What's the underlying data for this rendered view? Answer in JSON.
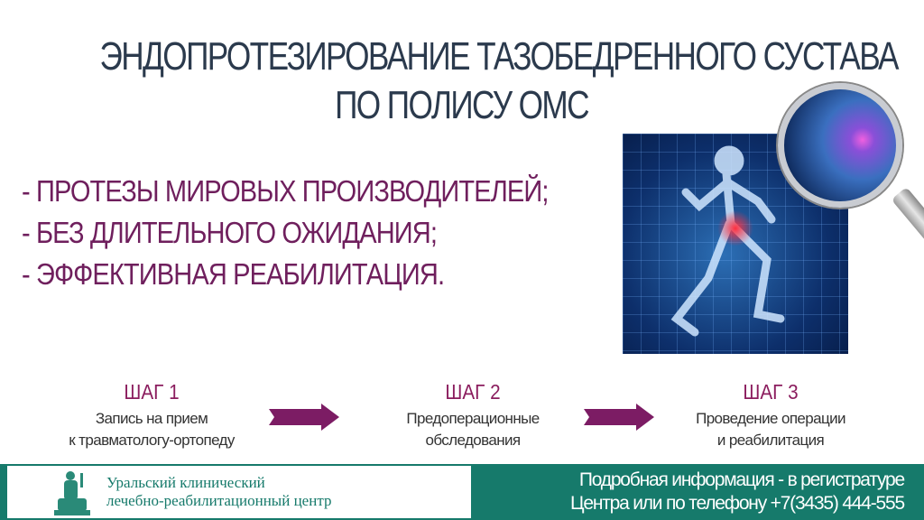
{
  "title": {
    "line1": "ЭНДОПРОТЕЗИРОВАНИЕ ТАЗОБЕДРЕННОГО СУСТАВА",
    "line2": "ПО ПОЛИСУ ОМС"
  },
  "bullets": [
    "- ПРОТЕЗЫ МИРОВЫХ ПРОИЗВОДИТЕЛЕЙ;",
    "- БЕЗ ДЛИТЕЛЬНОГО ОЖИДАНИЯ;",
    "- ЭФФЕКТИВНАЯ РЕАБИЛИТАЦИЯ."
  ],
  "steps": [
    {
      "title": "ШАГ 1",
      "line1": "Запись на прием",
      "line2": "к травматологу-ортопеду"
    },
    {
      "title": "ШАГ 2",
      "line1": "Предоперационные",
      "line2": "обследования"
    },
    {
      "title": "ШАГ 3",
      "line1": "Проведение операции",
      "line2": "и реабилитация"
    }
  ],
  "footer": {
    "org_line1": "Уральский клинический",
    "org_line2": "лечебно-реабилитационный центр",
    "info_line1": "Подробная информация - в регистратуре",
    "info_line2": "Центра или по телефону +7(3435) 444-555"
  },
  "colors": {
    "accent": "#8b1d5e",
    "footer": "#167a6b",
    "title": "#2b3a4d"
  }
}
